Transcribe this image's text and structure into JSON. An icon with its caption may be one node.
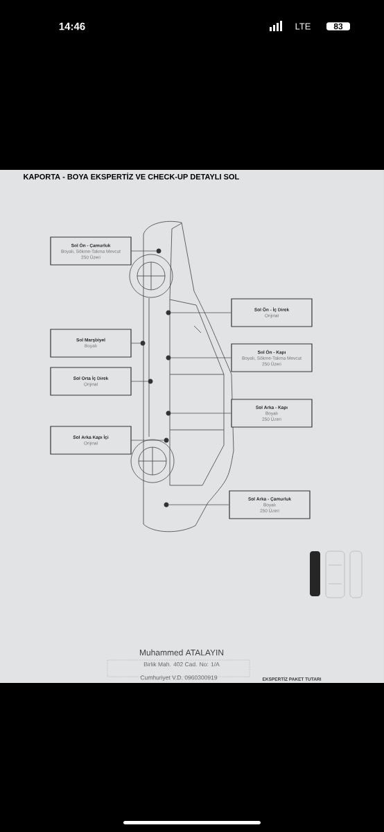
{
  "diagram": {
    "title": "KAPORTA - BOYA EKSPERTİZ VE CHECK-UP DETAYLI SOL",
    "nodes": [
      {
        "text": [
          "Sol Ön - Çamurluk",
          "Boyalı, Sökme-Takma Mevcut",
          "250 Üzeri"
        ]
      },
      {
        "text": [
          "Sol Ön - İç Direk",
          "Orijinal"
        ]
      },
      {
        "text": [
          "Sol Marşbiyel",
          "Boyalı"
        ]
      },
      {
        "text": [
          "Sol Ön - Kapı",
          "Boyalı, Sökme-Takma Mevcut",
          "250 Üzeri"
        ]
      },
      {
        "text": [
          "Sol Orta İç Direk",
          "Orijinal"
        ]
      },
      {
        "text": [
          "Sol Arka - Kapı",
          "Boyalı",
          "250 Üzeri"
        ]
      },
      {
        "text": [
          "Sol Arka Kapı İçi",
          "Orijinal"
        ]
      },
      {
        "text": [
          "Sol Arka - Çamurluk",
          "Boyalı",
          "250 Üzeri"
        ]
      },
      {
        "text": [],
        "shape": "circle"
      },
      {
        "text": [],
        "shape": "circle"
      },
      {
        "text": [],
        "shape": "circle"
      },
      {
        "text": [],
        "shape": "circle"
      },
      {
        "text": [],
        "shape": "circle"
      },
      {
        "text": [],
        "shape": "circle"
      },
      {
        "text": [],
        "shape": "circle"
      },
      {
        "text": [],
        "shape": "circle"
      }
    ],
    "edges": [
      {
        "from": 0,
        "to": 8,
        "arrow": "none"
      },
      {
        "from": 1,
        "to": 9,
        "arrow": "none"
      },
      {
        "from": 2,
        "to": 10,
        "arrow": "none"
      },
      {
        "from": 3,
        "to": 11,
        "arrow": "none"
      },
      {
        "from": 4,
        "to": 12,
        "arrow": "none"
      },
      {
        "from": 5,
        "to": 13,
        "arrow": "none"
      },
      {
        "from": 6,
        "to": 14,
        "arrow": "none"
      },
      {
        "from": 7,
        "to": 15,
        "arrow": "none"
      }
    ],
    "labels": [
      "14:46",
      "LTE",
      "83",
      "Muhammed ATALAYIN",
      "Birlik Mah. 402 Cad. No: 1/A",
      "Cumhuriyet V.D. 0960300919",
      "EKSPERTİZ PAKET TUTARI"
    ]
  }
}
